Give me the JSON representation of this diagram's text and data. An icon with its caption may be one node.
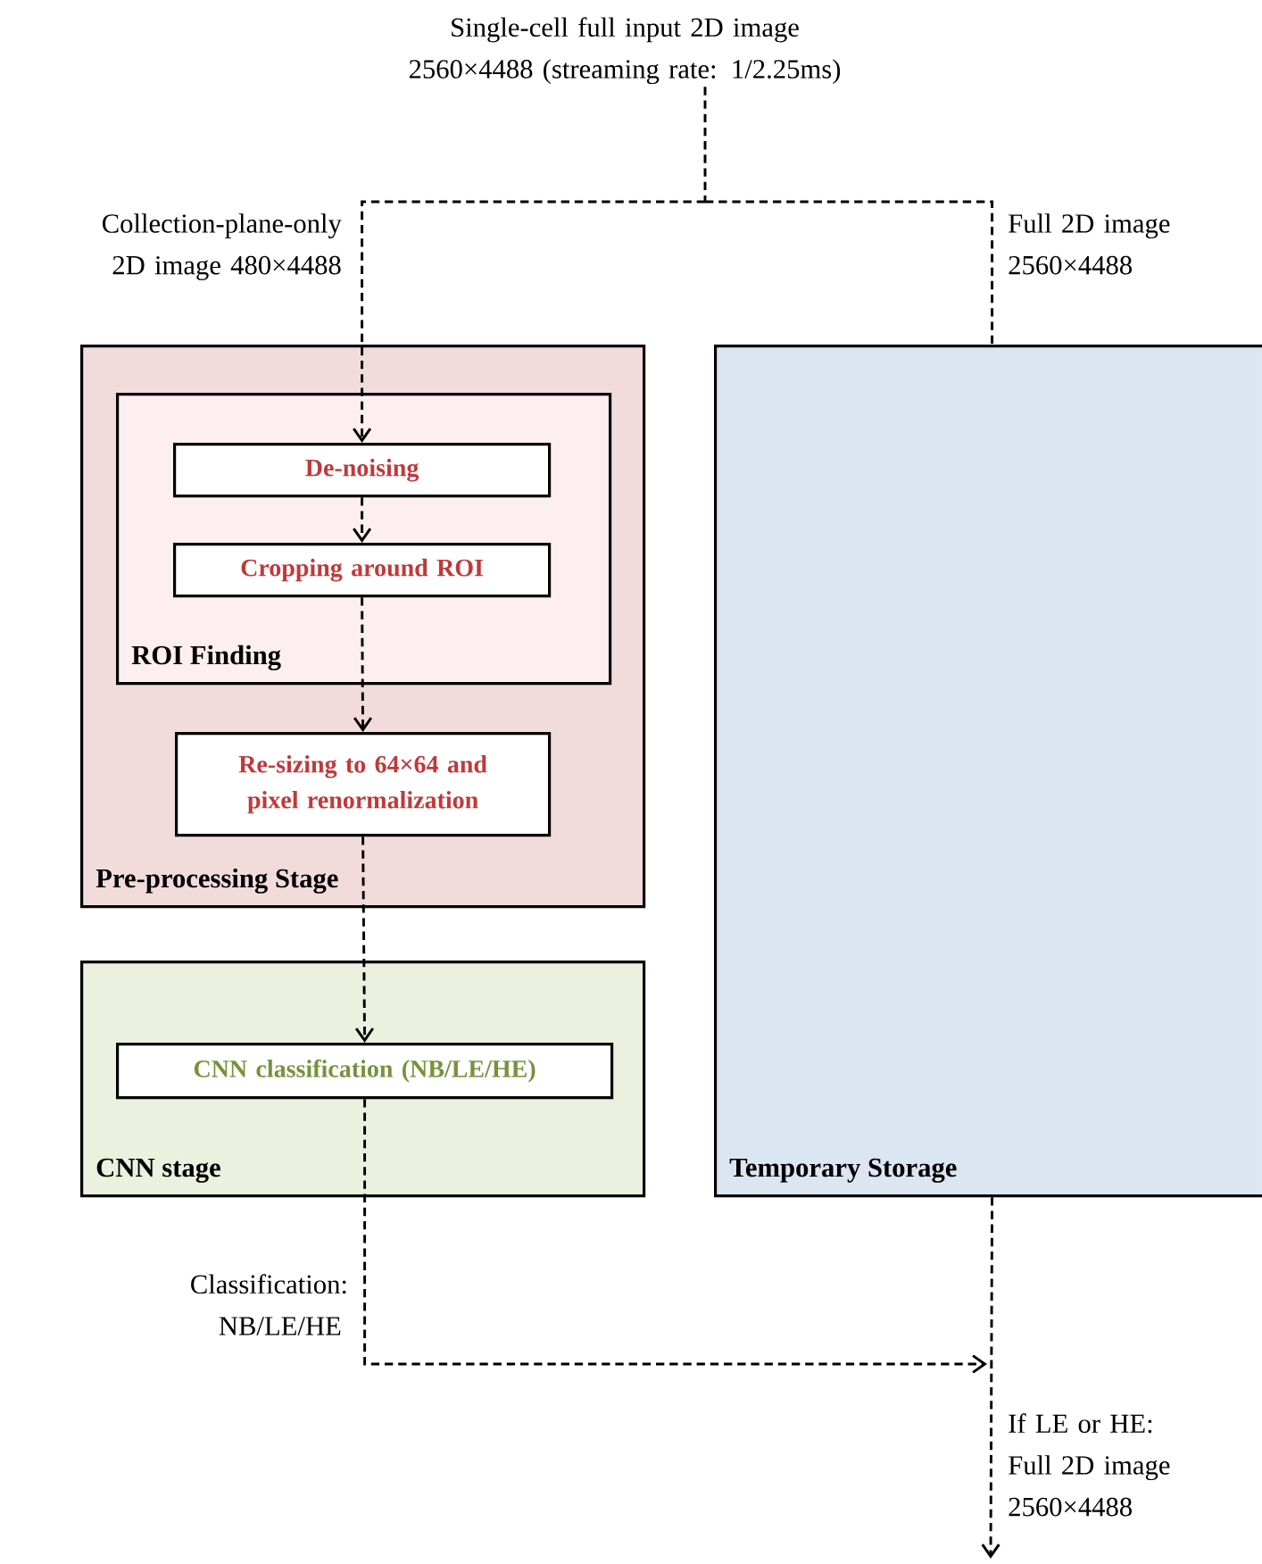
{
  "diagram": {
    "nodes": [
      {
        "text": [
          "Single-cell full input 2D image 2560×4488 (streaming rate: 1/2.25ms)"
        ]
      },
      {
        "text": [
          "Pre-processing Stage"
        ]
      },
      {
        "text": [
          "ROI Finding"
        ],
        "in": 1
      },
      {
        "text": [
          "De-noising"
        ],
        "in": 2
      },
      {
        "text": [
          "Cropping around ROI"
        ],
        "in": 2
      },
      {
        "text": [
          "Re-sizing to 64×64 and pixel renormalization"
        ],
        "in": 1
      },
      {
        "text": [
          "CNN stage"
        ]
      },
      {
        "text": [
          "CNN classification (NB/LE/HE)"
        ],
        "in": 6
      },
      {
        "text": [
          "Temporary Storage"
        ]
      }
    ],
    "edges": [
      {
        "from": 0,
        "to": 3,
        "arrow": "to",
        "style": "dashed",
        "label": "Collection-plane-only 2D image 480×4488"
      },
      {
        "from": 0,
        "to": 8,
        "arrow": "none",
        "style": "dashed",
        "label": "Full 2D image 2560×4488"
      },
      {
        "from": 3,
        "to": 4,
        "arrow": "to",
        "style": "dashed"
      },
      {
        "from": 4,
        "to": 5,
        "arrow": "to",
        "style": "dashed"
      },
      {
        "from": 5,
        "to": 7,
        "arrow": "to",
        "style": "dashed"
      },
      {
        "from": 7,
        "to": null,
        "arrow": "to",
        "style": "dashed",
        "label": "Classification: NB/LE/HE"
      },
      {
        "from": 8,
        "to": null,
        "arrow": "to",
        "style": "dashed",
        "label": "If LE or HE: Full 2D image 2560×4488"
      }
    ]
  }
}
